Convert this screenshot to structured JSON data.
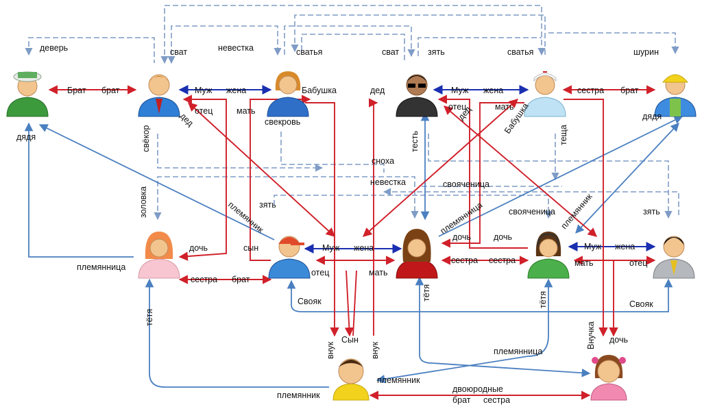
{
  "colors": {
    "kin": "#d0202a",
    "inlaw": "#4a7fc0",
    "spouse": "#1a2fb0",
    "dashed": "#7f9cc6"
  },
  "people": [
    {
      "id": "uncle_soldier",
      "icon": "soldier-icon"
    },
    {
      "id": "father_in_law_1",
      "icon": "man-blue-suit-icon"
    },
    {
      "id": "grandma_1",
      "icon": "woman-orange-hair-icon"
    },
    {
      "id": "grandpa_2",
      "icon": "man-sunglasses-icon"
    },
    {
      "id": "grandma_2",
      "icon": "nurse-icon"
    },
    {
      "id": "uncle_builder",
      "icon": "builder-icon"
    },
    {
      "id": "aunt_girl",
      "icon": "woman-pink-icon"
    },
    {
      "id": "son",
      "icon": "man-red-cap-icon"
    },
    {
      "id": "mother",
      "icon": "woman-red-dress-icon"
    },
    {
      "id": "aunt_operator",
      "icon": "operator-icon"
    },
    {
      "id": "uncle_grey",
      "icon": "man-grey-suit-icon"
    },
    {
      "id": "grandson",
      "icon": "boy-icon"
    },
    {
      "id": "granddaughter",
      "icon": "girl-icon"
    }
  ],
  "labels": {
    "dever": "деверь",
    "nevestka_top": "невестка",
    "shurin": "шурин",
    "svat_1": "сват",
    "svatya_1": "сватья",
    "svat_2": "сват",
    "zyat_top": "зять",
    "svatya_2": "сватья",
    "brat_1": "Брат",
    "brat_2": "брат",
    "muzh_1": "Муж",
    "zhena_1": "жена",
    "babushka_1": "Бабушка",
    "ded_1": "дед",
    "muzh_2": "Муж",
    "zhena_2": "жена",
    "babushka_2": "Бабушка",
    "sestra_top": "сестра",
    "brat_3": "брат",
    "dyadya_1": "дядя",
    "otets_1": "отец",
    "mat_1": "мать",
    "ded_2": "дед",
    "svekrov": "свекровь",
    "otets_2": "отец",
    "mat_2": "мать",
    "ded_3": "дед",
    "dyadya_2": "дядя",
    "svekor": "свёкор",
    "test": "тесть",
    "tescha": "теща",
    "snokha": "сноха",
    "nevestka_mid": "невестка",
    "svoyachenitsa_1": "свояченица",
    "zolovka": "золовка",
    "zyat_mid": "зять",
    "plemyannik_1": "племянник",
    "plemyannitsa_1": "племянница",
    "svoyachenitsa_2": "свояченица",
    "plemyannik_2": "племянник",
    "zyat_right": "зять",
    "doch_1": "дочь",
    "syn_1": "сын",
    "muzh_3": "Муж",
    "zhena_3": "жена",
    "doch_2": "дочь",
    "doch_3": "дочь",
    "muzh_4": "Муж",
    "zhena_4": "жена",
    "plemyannitsa_2": "племянница",
    "sestra_1": "сестра",
    "brat_4": "брат",
    "otets_3": "отец",
    "mat_3": "мать",
    "sestra_2": "сестра",
    "sestra_3": "сестра",
    "mat_4": "мать",
    "otets_4": "отец",
    "svoyak_1": "Свояк",
    "svoyak_2": "Свояк",
    "tetya_1": "тётя",
    "tetya_2": "тётя",
    "tetya_3": "тётя",
    "vnuk_1": "внук",
    "syn_2": "Сын",
    "vnuk_2": "внук",
    "vnuchka": "Внучка",
    "doch_4": "дочь",
    "plemyannitsa_3": "племянница",
    "plemyannik_3": "племянник",
    "plemyannik_4": "племянник",
    "dvoyurodnye": "двоюродные",
    "brat_5": "брат",
    "sestra_4": "сестра"
  }
}
